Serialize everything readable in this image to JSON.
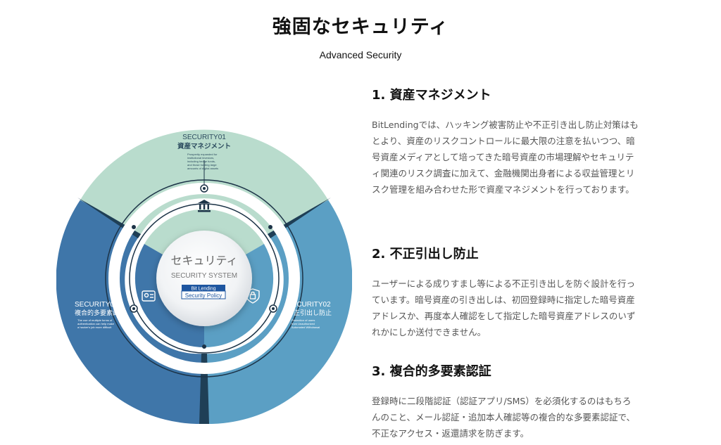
{
  "header": {
    "title": "強固なセキュリティ",
    "subtitle": "Advanced Security"
  },
  "diagram": {
    "center_title": "セキュリティ",
    "center_subtitle": "SECURITY SYSTEM",
    "badge_line1": "Bit Lending",
    "badge_line2": "Security Policy",
    "segments": [
      {
        "label": "SECURITY01",
        "title": "資産マネジメント",
        "small_text": [
          "Prosperity expanded for",
          "institutional investors,",
          "including hedge funds,",
          "and those holding large",
          "amounts of digital assets"
        ],
        "color": "#b9dccd",
        "icon": "bank-icon"
      },
      {
        "label": "SECURITY02",
        "title": "不正引出し防止",
        "small_text": [
          "Protection of users",
          "from Unauthorized",
          "Automated Withdrawal"
        ],
        "color": "#5b9fc4",
        "icon": "lock-shield-icon"
      },
      {
        "label": "SECURITY03",
        "title": "複合的多要素認証",
        "small_text": [
          "The use of multiple forms of",
          "authentication can help make",
          "a hacker's job more difficult"
        ],
        "color": "#3f76a9",
        "icon": "id-card-icon"
      }
    ]
  },
  "sections": [
    {
      "heading": "1. 資産マネジメント",
      "lines": [
        "BitLendingでは、ハッキング被害防止や不正引き出し防止対策はも",
        "とより、資産のリスクコントロールに最大限の注意を払いつつ、暗",
        "号資産メディアとして培ってきた暗号資産の市場理解やセキュリテ",
        "ィ関連のリスク調査に加えて、金融機関出身者による収益管理とリ",
        "スク管理を組み合わせた形で資産マネジメントを行っております。"
      ]
    },
    {
      "heading": "2. 不正引出し防止",
      "lines": [
        "ユーザーによる成りすまし等による不正引き出しを防ぐ設計を行っ",
        "ています。暗号資産の引き出しは、初回登録時に指定した暗号資産",
        "アドレスか、再度本人確認をして指定した暗号資産アドレスのいず",
        "れかにしか送付できません。"
      ]
    },
    {
      "heading": "3. 複合的多要素認証",
      "lines": [
        "登録時に二段階認証（認証アプリ/SMS）を必須化するのはもちろ",
        "んのこと、メール認証・追加本人確認等の複合的な多要素認証で、",
        "不正なアクセス・返還請求を防ぎます。"
      ]
    }
  ]
}
